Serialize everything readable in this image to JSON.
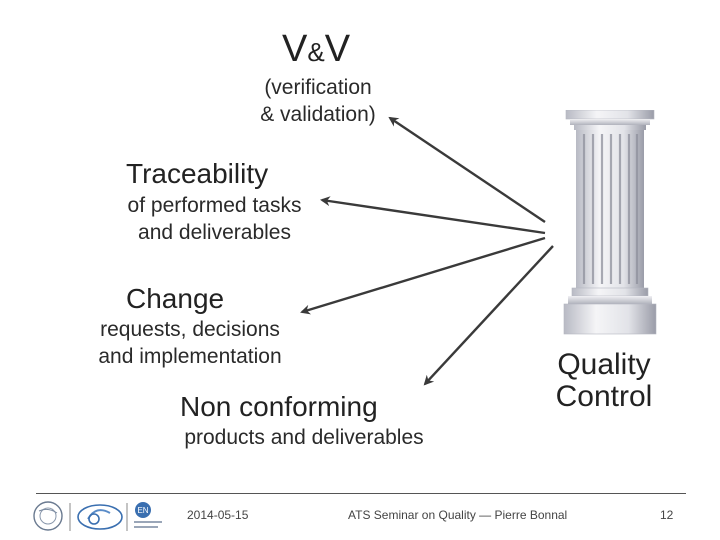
{
  "title": {
    "v1": "V",
    "amp": "&",
    "v2": "V"
  },
  "vv": {
    "sub1": "(verification",
    "sub2": "& validation)"
  },
  "traceability": {
    "heading": "Traceability",
    "sub1": "of performed tasks",
    "sub2": "and deliverables"
  },
  "change": {
    "heading": "Change",
    "sub1": "requests, decisions",
    "sub2": "and implementation"
  },
  "nonconforming": {
    "heading": "Non conforming",
    "sub": "products and deliverables"
  },
  "quality_control": {
    "line1": "Quality",
    "line2": "Control"
  },
  "footer": {
    "date": "2014-05-15",
    "center": "ATS Seminar on Quality — Pierre Bonnal",
    "page": "12",
    "logo_en": "EN"
  },
  "colors": {
    "arrow": "#3a3a3a",
    "pillar_light": "#f4f4f6",
    "pillar_shadow": "#9a9ca8",
    "logo_blue": "#3a6fb0"
  }
}
